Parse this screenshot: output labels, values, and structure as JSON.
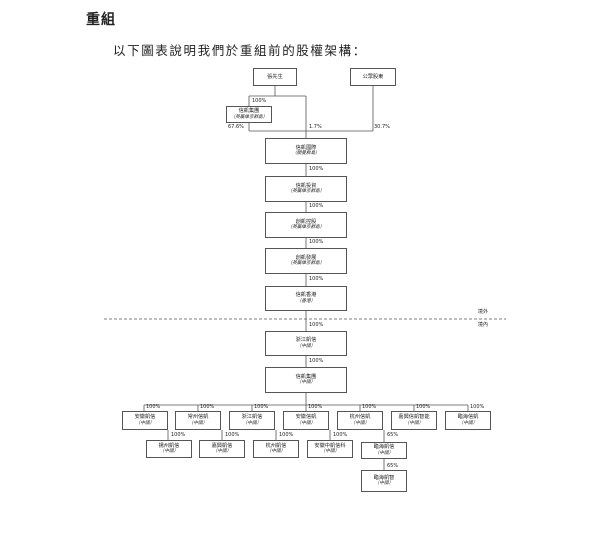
{
  "heading": "重組",
  "intro": "以下圖表說明我們於重組前的股權架構：",
  "zones": {
    "offshore": "境外",
    "onshore": "境內"
  },
  "entities": {
    "shareholder": {
      "name": "張先生"
    },
    "public": {
      "name": "公眾股東"
    },
    "group": {
      "name": "信凱集團",
      "sub": "（英屬維京群島）"
    },
    "holdings": {
      "name": "信凱國際",
      "sub": "（開曼群島）"
    },
    "invest": {
      "name": "信凱投資",
      "sub": "（英屬維京群島）"
    },
    "holdco": {
      "name": "創凱控股",
      "sub": "（英屬維京群島）"
    },
    "bvi3": {
      "name": "創凱發展",
      "sub": "（英屬維京群島）"
    },
    "hk": {
      "name": "信凱香港",
      "sub": "（香港）"
    },
    "prc1": {
      "name": "浙江凱信",
      "sub": "（中國）"
    },
    "prc2": {
      "name": "信凱集團",
      "sub": "（中國）"
    },
    "sub1": {
      "name": "安徽凱信",
      "sub": "（中國）"
    },
    "sub2": {
      "name": "常州信凱",
      "sub": "（中國）"
    },
    "sub3": {
      "name": "浙江凱信",
      "sub": "（中國）"
    },
    "sub4": {
      "name": "安徽信凱",
      "sub": "（中國）"
    },
    "sub5": {
      "name": "杭州信凱",
      "sub": "（中國）"
    },
    "sub6": {
      "name": "嘉興信凱智能",
      "sub": "（中國）"
    },
    "sub7": {
      "name": "臨海信凱",
      "sub": "（中國）"
    },
    "gs1": {
      "name": "揚州凱信",
      "sub": "（中國）"
    },
    "gs2": {
      "name": "嘉興凱信",
      "sub": "（中國）"
    },
    "gs3": {
      "name": "杭州凱信",
      "sub": "（中國）"
    },
    "gs4": {
      "name": "安徽中凱信科",
      "sub": "（中國）"
    },
    "gs5": {
      "name": "臨海凱信",
      "sub": "（中國）"
    },
    "gs6": {
      "name": "臨海凱智",
      "sub": "（中國）"
    }
  },
  "pcts": {
    "a": "100%",
    "b": "67.6%",
    "c": "1.7%",
    "d": "30.7%",
    "e": "100%",
    "f": "100%",
    "g": "100%",
    "h": "100%",
    "i": "100%",
    "j": "100%",
    "s1": "100%",
    "s2": "100%",
    "s3": "100%",
    "s4": "100%",
    "s5": "100%",
    "s6": "100%",
    "s7": "100%",
    "g1": "100%",
    "g2": "100%",
    "g3": "100%",
    "g4": "100%",
    "g5": "65%",
    "g6": "65%"
  }
}
